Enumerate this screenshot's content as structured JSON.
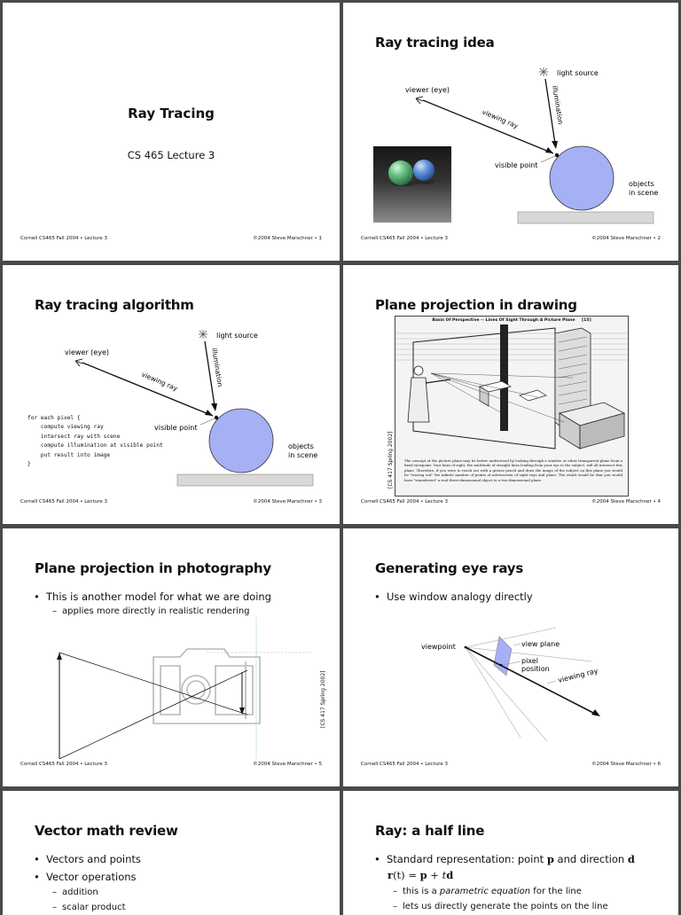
{
  "footer": {
    "left": "Cornell CS465 Fall 2004 • Lecture 3",
    "right_1": "©2004 Steve Marschner • 1",
    "right_2": "©2004 Steve Marschner • 2",
    "right_3": "©2004 Steve Marschner • 3",
    "right_4": "©2004 Steve Marschner • 4",
    "right_5": "©2004 Steve Marschner • 5",
    "right_6": "©2004 Steve Marschner • 6"
  },
  "slide1": {
    "title": "Ray Tracing",
    "subtitle": "CS 465 Lecture 3"
  },
  "slide2": {
    "title": "Ray tracing idea",
    "viewer": "viewer (eye)",
    "light": "light source",
    "illumination": "illumination",
    "viewing_ray": "viewing ray",
    "visible_point": "visible point",
    "objects_1": "objects",
    "objects_2": "in scene"
  },
  "slide3": {
    "title": "Ray tracing algorithm",
    "viewer": "viewer (eye)",
    "light": "light source",
    "illumination": "illumination",
    "viewing_ray": "viewing ray",
    "visible_point": "visible point",
    "objects_1": "objects",
    "objects_2": "in scene",
    "code": "for each pixel {\n    compute viewing ray\n    intersect ray with scene\n    compute illumination at visible point\n    put result into image\n}"
  },
  "slide4": {
    "title": "Plane projection in drawing",
    "figure_header": "Basis Of Perspective -- Lines Of Sight Through A Picture Plane",
    "figure_number": "[15]",
    "caption": "The concept of the picture plane may be better understood by looking through a window or other transparent plane from a fixed viewpoint. Your lines of sight, the multitude of straight lines leading from your eye to the subject, will all intersect this plane. Therefore, if you were to reach out with a grease pencil and draw the image of the subject on this plane you would be \"tracing out\" the infinite number of points of intersection of sight rays and plane. The result would be that you would have \"transferred\" a real three-dimensional object to a two-dimensional plane.",
    "cite": "[CS 417 Spring 2002]"
  },
  "slide5": {
    "title": "Plane projection in photography",
    "bullet": "This is another model for what we are doing",
    "sub": "applies more directly in realistic rendering",
    "cite": "[CS 417 Spring 2002]"
  },
  "slide6": {
    "title": "Generating eye rays",
    "bullet": "Use window analogy directly",
    "viewpoint": "viewpoint",
    "view_plane": "view plane",
    "pixel_1": "pixel",
    "pixel_2": "position",
    "viewing_ray": "viewing ray"
  },
  "slide7": {
    "title": "Vector math review",
    "bullet_1": "Vectors and points",
    "bullet_2": "Vector operations",
    "sub_1": "addition",
    "sub_2": "scalar product"
  },
  "slide8": {
    "title": "Ray: a half line",
    "bullet": "Standard representation: point ",
    "bullet_p": "p",
    "bullet_mid": " and direction ",
    "bullet_d": "d",
    "eq_r": "r",
    "eq_rest": "(t) = ",
    "eq_p": "p",
    "eq_plus": " + t",
    "eq_d": "d",
    "sub_1_pre": "this is a ",
    "sub_1_em": "parametric equation",
    "sub_1_post": " for the line",
    "sub_2": "lets us directly generate the points on the line"
  },
  "colors": {
    "sphere": "#a6b0f5",
    "ground": "#d8d8d8",
    "page_bg": "#4a4a4a"
  }
}
